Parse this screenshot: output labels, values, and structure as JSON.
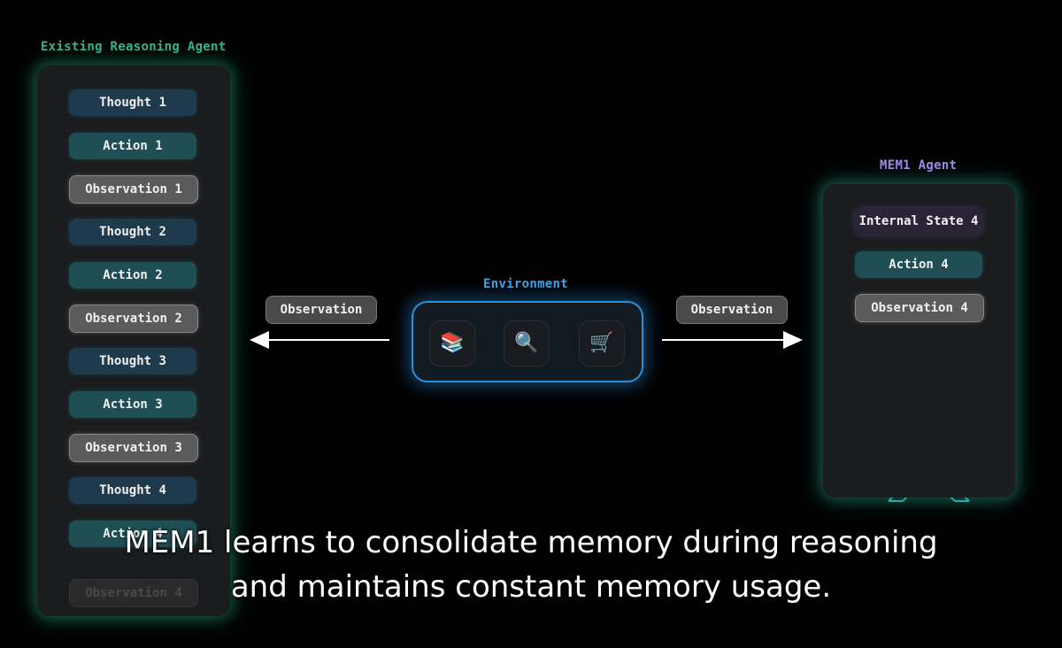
{
  "left_agent": {
    "title": "Existing Reasoning Agent",
    "steps": [
      {
        "label": "Thought 1",
        "kind": "thought"
      },
      {
        "label": "Action 1",
        "kind": "action"
      },
      {
        "label": "Observation 1",
        "kind": "obs"
      },
      {
        "label": "Thought 2",
        "kind": "thought"
      },
      {
        "label": "Action 2",
        "kind": "action"
      },
      {
        "label": "Observation 2",
        "kind": "obs"
      },
      {
        "label": "Thought 3",
        "kind": "thought"
      },
      {
        "label": "Action 3",
        "kind": "action"
      },
      {
        "label": "Observation 3",
        "kind": "obs"
      },
      {
        "label": "Thought 4",
        "kind": "thought"
      },
      {
        "label": "Action 4",
        "kind": "action"
      },
      {
        "label": "Observation 4",
        "kind": "faded"
      }
    ]
  },
  "environment": {
    "title": "Environment",
    "icons": [
      {
        "name": "books-icon",
        "glyph": "📚"
      },
      {
        "name": "magnifier-icon",
        "glyph": "🔍"
      },
      {
        "name": "cart-icon",
        "glyph": "🛒"
      }
    ]
  },
  "arrows": {
    "left_label": "Observation",
    "right_label": "Observation"
  },
  "right_agent": {
    "title": "MEM1 Agent",
    "steps": [
      {
        "label": "Internal State 4",
        "kind": "state"
      },
      {
        "label": "Action 4",
        "kind": "action"
      },
      {
        "label": "Observation 4",
        "kind": "obs"
      }
    ]
  },
  "caption": {
    "line1": "MEM1 learns to consolidate memory during reasoning",
    "line2": "and maintains constant memory usage."
  },
  "colors": {
    "left_title": "#37b88a",
    "right_title": "#a98be8",
    "env_title": "#3fa3e8",
    "env_border": "#2f8fd6",
    "chevron": "#2fb8d0"
  }
}
